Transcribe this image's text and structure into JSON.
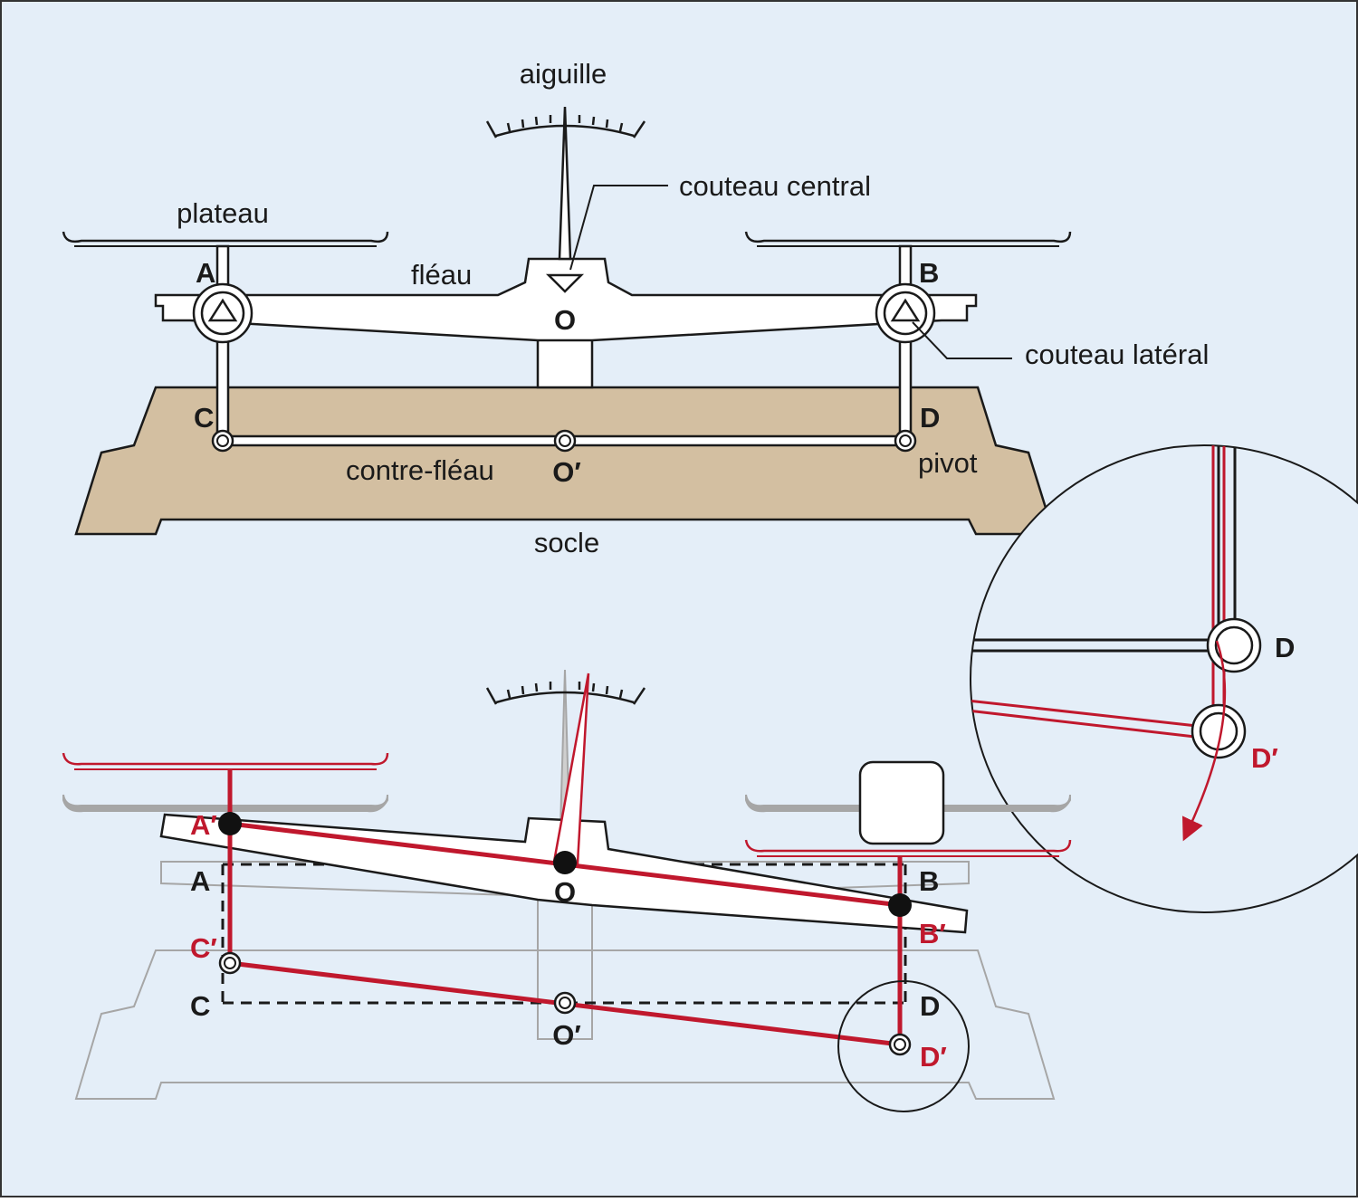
{
  "colors": {
    "background": "#e4eef8",
    "base": "#d3bfa1",
    "red": "#c0182d",
    "ink": "#1a1a1a",
    "grey": "#a6a6a6"
  },
  "labels": {
    "aiguille": "aiguille",
    "couteau_central": "couteau central",
    "plateau": "plateau",
    "fleau": "fléau",
    "couteau_lateral": "couteau latéral",
    "contre_fleau": "contre-fléau",
    "pivot": "pivot",
    "socle": "socle"
  },
  "points": {
    "A": "A",
    "B": "B",
    "C": "C",
    "D": "D",
    "O": "O",
    "O_prime": "O′",
    "A_prime": "A′",
    "B_prime": "B′",
    "C_prime": "C′",
    "D_prime": "D′"
  }
}
